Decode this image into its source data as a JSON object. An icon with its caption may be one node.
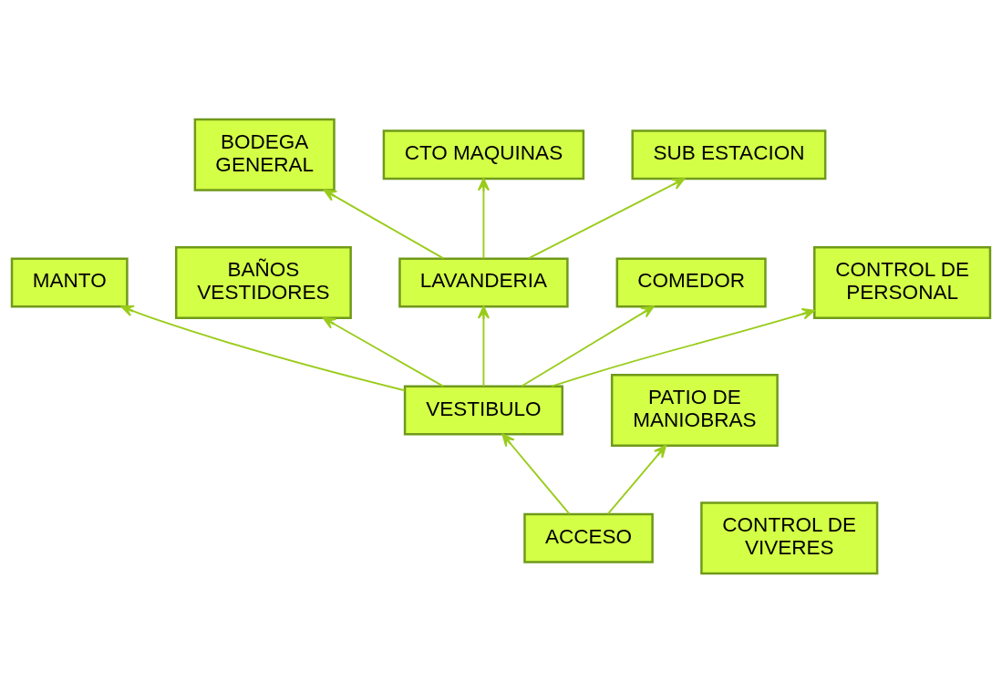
{
  "diagram": {
    "nodes": [
      {
        "text": [
          "BODEGA GENERAL"
        ]
      },
      {
        "text": [
          "MANTO"
        ]
      },
      {
        "text": [
          "CTO MAQUINAS"
        ]
      },
      {
        "text": [
          "SUB ESTACION"
        ]
      },
      {
        "text": [
          "BAÑOS VESTIDORES"
        ]
      },
      {
        "text": [
          "LAVANDERIA"
        ]
      },
      {
        "text": [
          "CONTROL DE VIVERES"
        ]
      },
      {
        "text": [
          "COMEDOR"
        ]
      },
      {
        "text": [
          "VESTIBULO"
        ]
      },
      {
        "text": [
          "CONTROL DE PERSONAL"
        ]
      },
      {
        "text": [
          "ACCESO"
        ]
      },
      {
        "text": [
          "PATIO DE MANIOBRAS"
        ]
      }
    ],
    "edges": [
      {
        "from": 10,
        "to": 8,
        "arrow": "to"
      },
      {
        "from": 10,
        "to": 11,
        "arrow": "to"
      },
      {
        "from": 8,
        "to": 7,
        "arrow": "to"
      },
      {
        "from": 8,
        "to": 9,
        "arrow": "to"
      },
      {
        "from": 8,
        "to": 1,
        "arrow": "to"
      },
      {
        "from": 8,
        "to": 4,
        "arrow": "to"
      },
      {
        "from": 8,
        "to": 5,
        "arrow": "to"
      },
      {
        "from": 5,
        "to": 3,
        "arrow": "to"
      },
      {
        "from": 5,
        "to": 0,
        "arrow": "to"
      },
      {
        "from": 5,
        "to": 2,
        "arrow": "to"
      }
    ]
  }
}
